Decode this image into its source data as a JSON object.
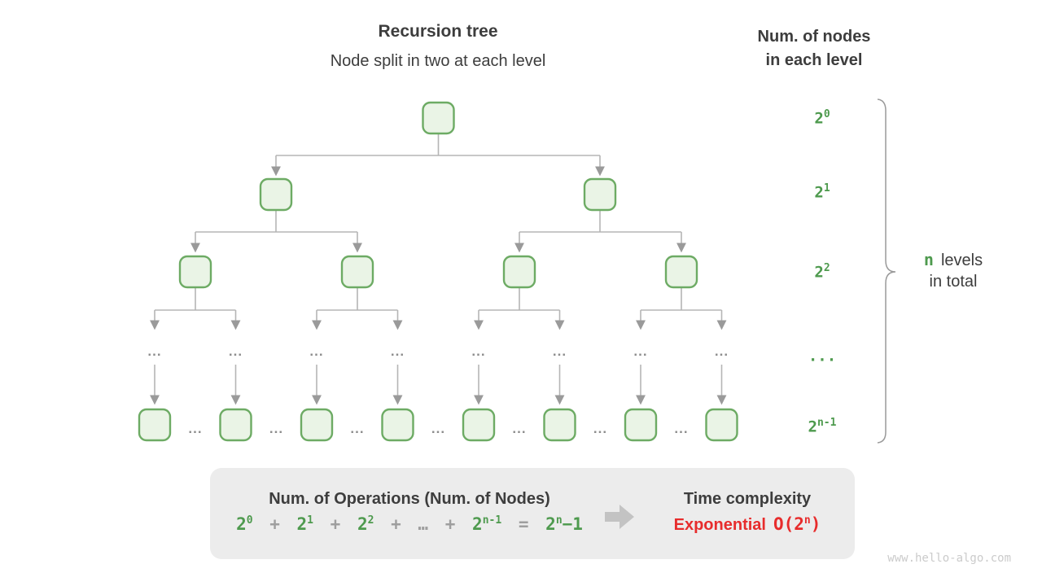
{
  "title": {
    "main": "Recursion tree",
    "subtitle": "Node split in two at each level"
  },
  "right_header": {
    "line1": "Num. of nodes",
    "line2": "in each level"
  },
  "tree": {
    "ellipsis": "...",
    "node_fill": "#eaf4e6",
    "node_border": "#6dab64",
    "edge_color": "#b5b5b5"
  },
  "levels": [
    {
      "base": "2",
      "exp": "0"
    },
    {
      "base": "2",
      "exp": "1"
    },
    {
      "base": "2",
      "exp": "2"
    },
    {
      "base": "..."
    },
    {
      "base": "2",
      "exp": "n-1"
    }
  ],
  "brace_label": {
    "n": "n",
    "levels": "levels",
    "line2": "in total",
    "n_color": "#4e9a4e"
  },
  "summary": {
    "operations_title": "Num. of Operations (Num. of Nodes)",
    "formula": [
      {
        "t": "2",
        "e": "0",
        "c": "green"
      },
      {
        "t": "+",
        "c": "gray"
      },
      {
        "t": "2",
        "e": "1",
        "c": "green"
      },
      {
        "t": "+",
        "c": "gray"
      },
      {
        "t": "2",
        "e": "2",
        "c": "green"
      },
      {
        "t": "+",
        "c": "gray"
      },
      {
        "t": "…",
        "c": "gray"
      },
      {
        "t": "+",
        "c": "gray"
      },
      {
        "t": "2",
        "e": "n-1",
        "c": "green"
      },
      {
        "t": "=",
        "c": "gray"
      },
      {
        "t": "2",
        "e": "n",
        "s": "−1",
        "c": "green"
      }
    ],
    "time_title": "Time complexity",
    "complexity_word": "Exponential",
    "complexity_o": "O(2",
    "complexity_sup": "n",
    "complexity_close": ")",
    "green": "#4e9a4e",
    "gray": "#9e9e9e",
    "red": "#e72c2c",
    "box_bg": "#ececec"
  },
  "watermark": "www.hello-algo.com"
}
